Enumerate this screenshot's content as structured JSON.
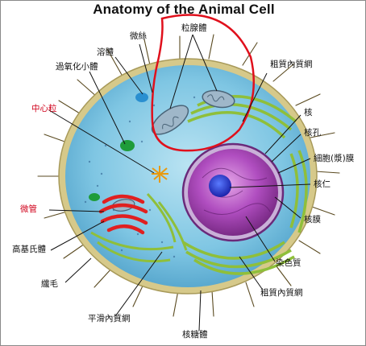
{
  "title": "Anatomy of the Animal Cell",
  "labels": {
    "microfilament": "微絲",
    "mitochondria": "粒腺體",
    "lysosome": "溶體",
    "rough_er_top": "粗質內質網",
    "peroxisome": "過氧化小體",
    "centriole": "中心粒",
    "nucleus": "核",
    "nuclear_pore": "核孔",
    "cell_membrane": "細胞(漿)膜",
    "nucleolus": "核仁",
    "microtubule": "微管",
    "nuclear_envelope": "核膜",
    "golgi": "高基氏體",
    "chromatin": "染色質",
    "cilia": "纖毛",
    "rough_er_bottom": "粗質內質網",
    "smooth_er": "平滑內質網",
    "ribosome": "核糖體"
  },
  "colors": {
    "cytoplasm": "#7fc6e3",
    "membrane": "#d6c98a",
    "nucleus": "#9a3aa8",
    "nucleolus": "#2233cc",
    "rough_er": "#8fbf3a",
    "mitochondria": "#9fb7c9",
    "golgi": "#e02020",
    "highlight": "#e0101c",
    "label_red": "#d0021b"
  }
}
